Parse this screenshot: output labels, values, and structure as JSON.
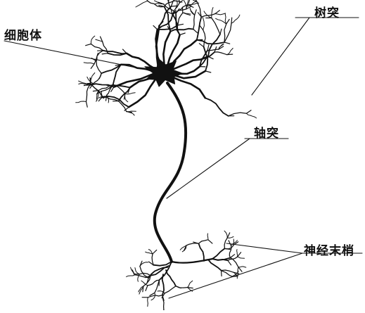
{
  "labels": {
    "cell_body": "细胞体",
    "dendrite": "树突",
    "axon": "轴突",
    "nerve_ending": "神经末梢"
  },
  "colors": {
    "ink": "#111111",
    "background": "#ffffff"
  }
}
